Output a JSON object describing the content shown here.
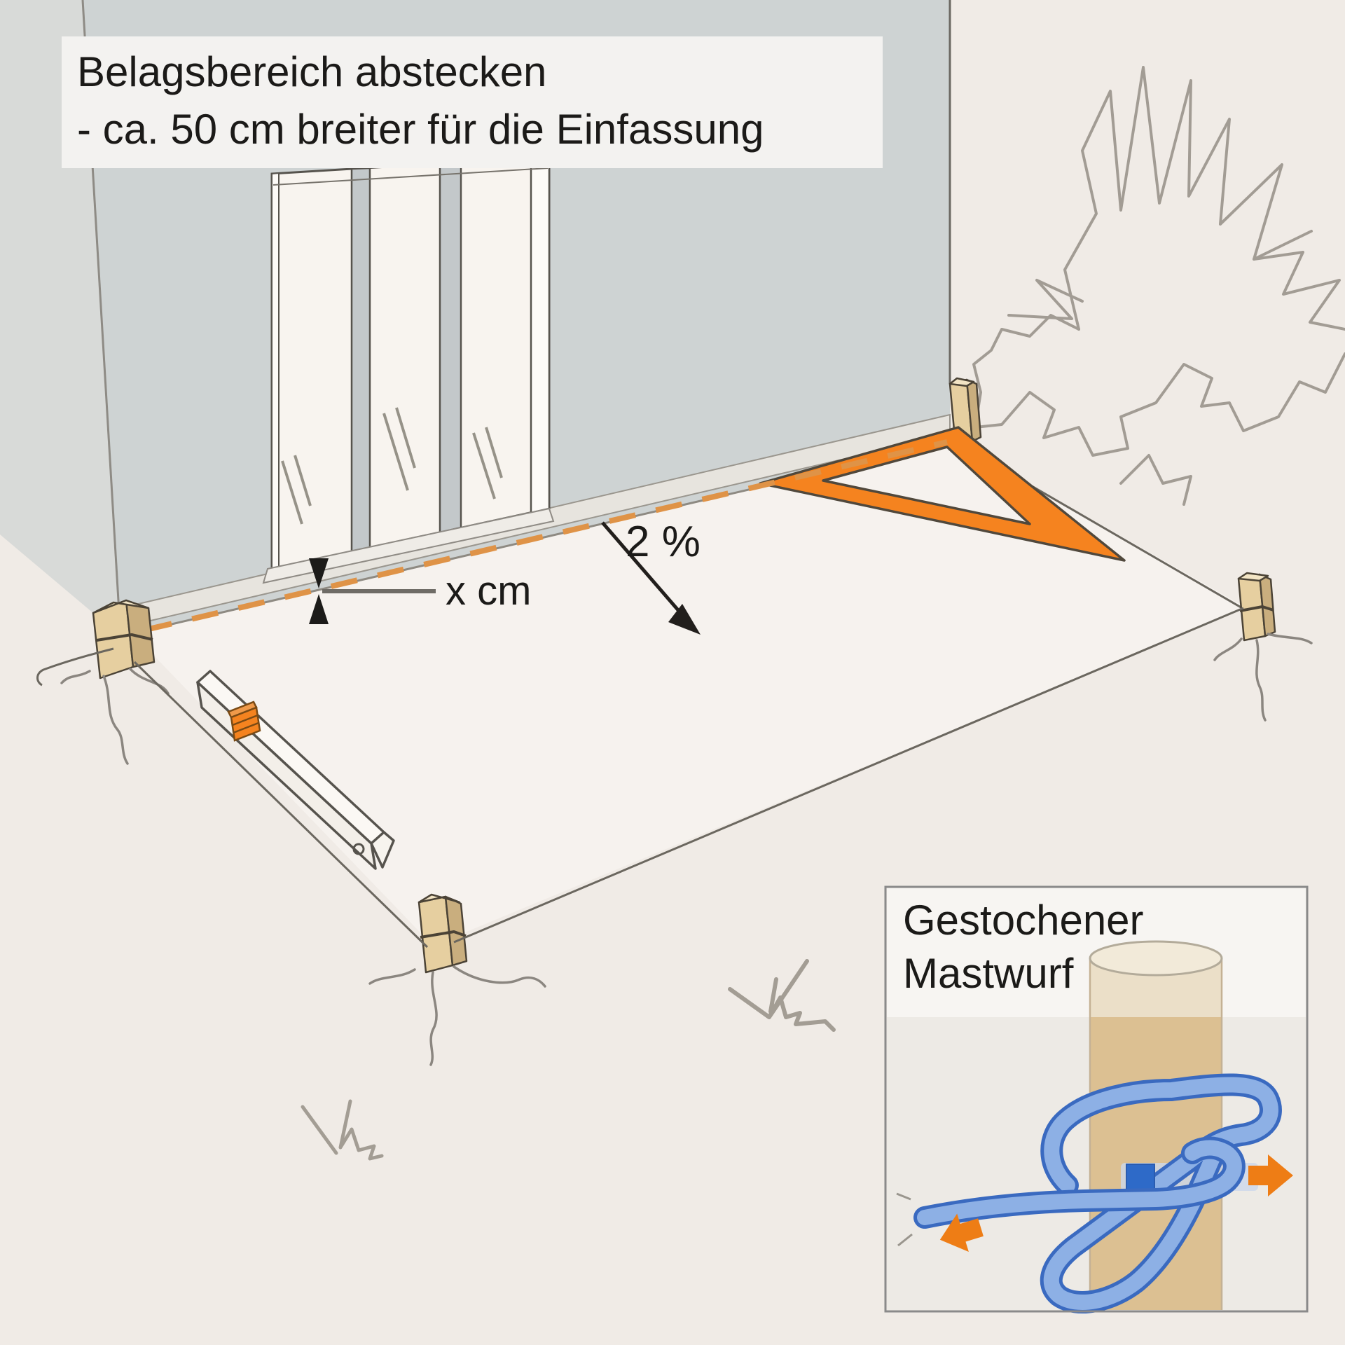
{
  "scene": {
    "title_line1": "Belagsbereich abstecken",
    "title_line2": "- ca. 50 cm breiter für die Einfassung",
    "slope_label": "2 %",
    "height_label": "x cm"
  },
  "inset": {
    "title_line1": "Gestochener",
    "title_line2": "Mastwurf"
  },
  "colors": {
    "ground_beige": "#f0ebe6",
    "wall_gray": "#ced3d3",
    "wall_end_gray": "#d8dad8",
    "accent_orange": "#f5831f",
    "dash_orange": "#df9347",
    "arrow_orange": "#ee7d15",
    "rope_light": "#8db0e5",
    "rope_dark": "#3a6ac0",
    "rope_end_dark": "#2e6ac8",
    "wood_front": "#e6cfa0",
    "wood_side": "#c9ae7e",
    "wood_top": "#f2e4c4",
    "post_tan": "#dcc092",
    "glass_white": "#f8f4ef",
    "mullion_gray": "#c3c8ca"
  }
}
